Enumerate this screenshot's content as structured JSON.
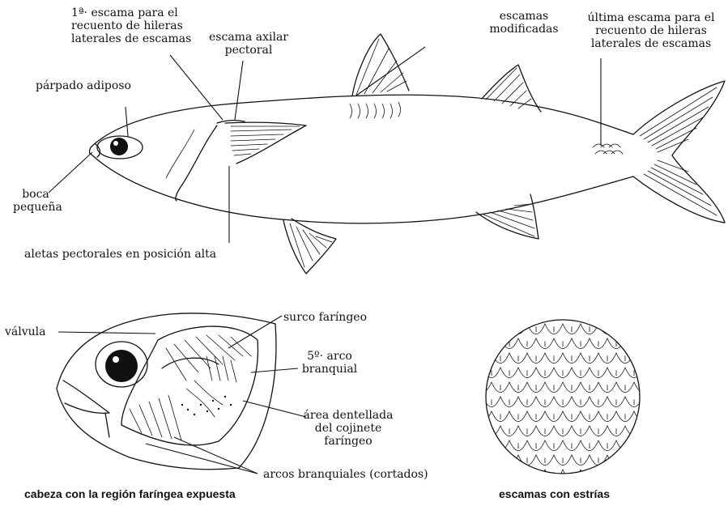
{
  "labels": {
    "first_scale": "1ª· escama para el\nrecuento de hileras\nlaterales de escamas",
    "axillary_scale": "escama axilar\npectoral",
    "modified_scales": "escamas\nmodificadas",
    "last_scale": "última escama para el\nrecuento de hileras\nlaterales de escamas",
    "adipose_eyelid": "párpado adiposo",
    "small_mouth": "boca\npequeña",
    "high_pectoral": "aletas pectorales en posición alta",
    "valve": "válvula",
    "pharyngeal_groove": "surco faríngeo",
    "fifth_arch": "5º· arco\nbranquial",
    "toothed_area": "área dentellada\ndel cojinete\nfaríngeo",
    "gill_arches": "arcos branquiales (cortados)"
  },
  "captions": {
    "head": "cabeza con la región faríngea expuesta",
    "scales": "escamas con estrías"
  }
}
